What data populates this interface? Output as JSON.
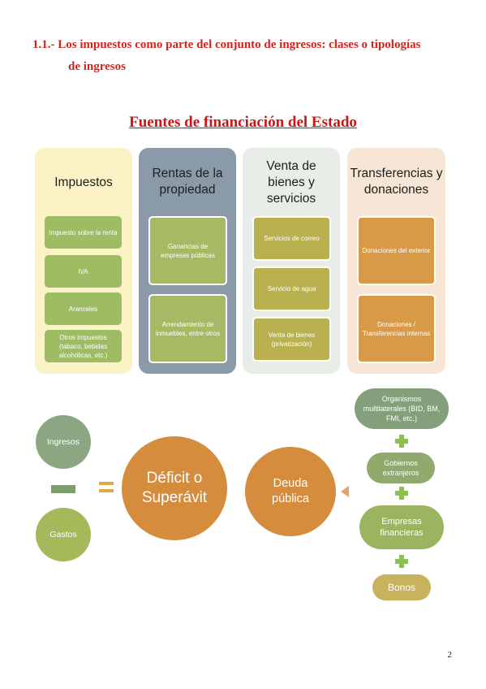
{
  "heading": {
    "line1": "1.1.- Los impuestos como parte del conjunto de ingresos: clases o tipologías",
    "line2": "de ingresos"
  },
  "figure_title": "Fuentes de financiación del Estado",
  "columns": [
    {
      "title": "Impuestos",
      "items": [
        "Impuesto sobre la renta",
        "IVA",
        "Aranceles",
        "Otros impuestos (tabaco, bebidas alcohólicas, etc.)"
      ]
    },
    {
      "title": "Rentas de la propiedad",
      "items": [
        "Ganancias de empresas públicas",
        "Arrendamiento de inmuebles, entre otros"
      ]
    },
    {
      "title": "Venta de bienes y servicios",
      "items": [
        "Servicios de correo",
        "Servicio de agua",
        "Venta de bienes (privatización)"
      ]
    },
    {
      "title": "Transferencias y donaciones",
      "items": [
        "Donaciones del exterior",
        "Donaciones / Transferencias internas"
      ]
    }
  ],
  "equation": {
    "ingresos": "Ingresos",
    "gastos": "Gastos",
    "deficit": "Déficit o Superávit",
    "deuda": "Deuda pública"
  },
  "sources": [
    "Organismos multilaterales (BID, BM, FMI, etc.)",
    "Gobiernos extranjeros",
    "Empresas financieras",
    "Bonos"
  ],
  "page_number": "2",
  "colors": {
    "heading": "#d0241f",
    "col1_bg": "#fbf3c6",
    "col1_box": "#9ebc63",
    "col2_bg": "#8b9aa8",
    "col2_box": "#a8b965",
    "col3_bg": "#e9ede7",
    "col3_box": "#b9b14f",
    "col4_bg": "#f7e5d6",
    "col4_box": "#d99a48",
    "ingresos": "#8ba680",
    "gastos": "#a5b95a",
    "deficit": "#d68c3d",
    "minus": "#7d9e6b",
    "equals": "#e0a948",
    "plus": "#8cc152",
    "org": "#84a07a",
    "gob": "#8faa6c",
    "emp": "#9ab460",
    "bonos": "#c7b35e"
  }
}
